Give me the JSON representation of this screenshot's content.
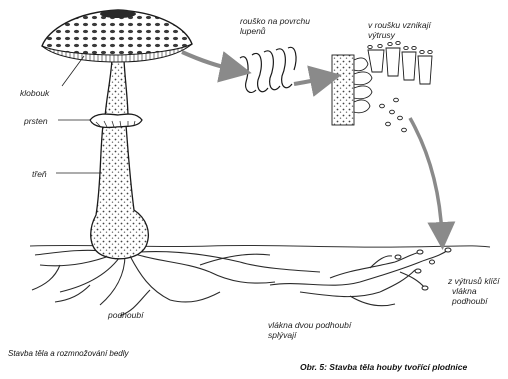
{
  "labels": {
    "klobouk": "klobouk",
    "prsten": "prsten",
    "tren": "třeň",
    "podhoubi_left": "podhoubí",
    "rousko_line1": "rouško na povrchu",
    "rousko_line2": "lupenů",
    "vytrusy_line1": "v roušku vznikají",
    "vytrusy_line2": "výtrusy",
    "klici_line1": "z výtrusů klíčí",
    "klici_line2": "vlákna",
    "klici_line3": "podhoubí",
    "splyvaji_line1": "vlákna dvou podhoubí",
    "splyvaji_line2": "splývají"
  },
  "captions": {
    "left": "Stavba těla a rozmnožování bedly",
    "right": "Obr. 5: Stavba těla houby tvořící plodnice"
  },
  "colors": {
    "ink": "#1a1a1a",
    "arrow": "#8a8a8a",
    "background": "#ffffff"
  }
}
